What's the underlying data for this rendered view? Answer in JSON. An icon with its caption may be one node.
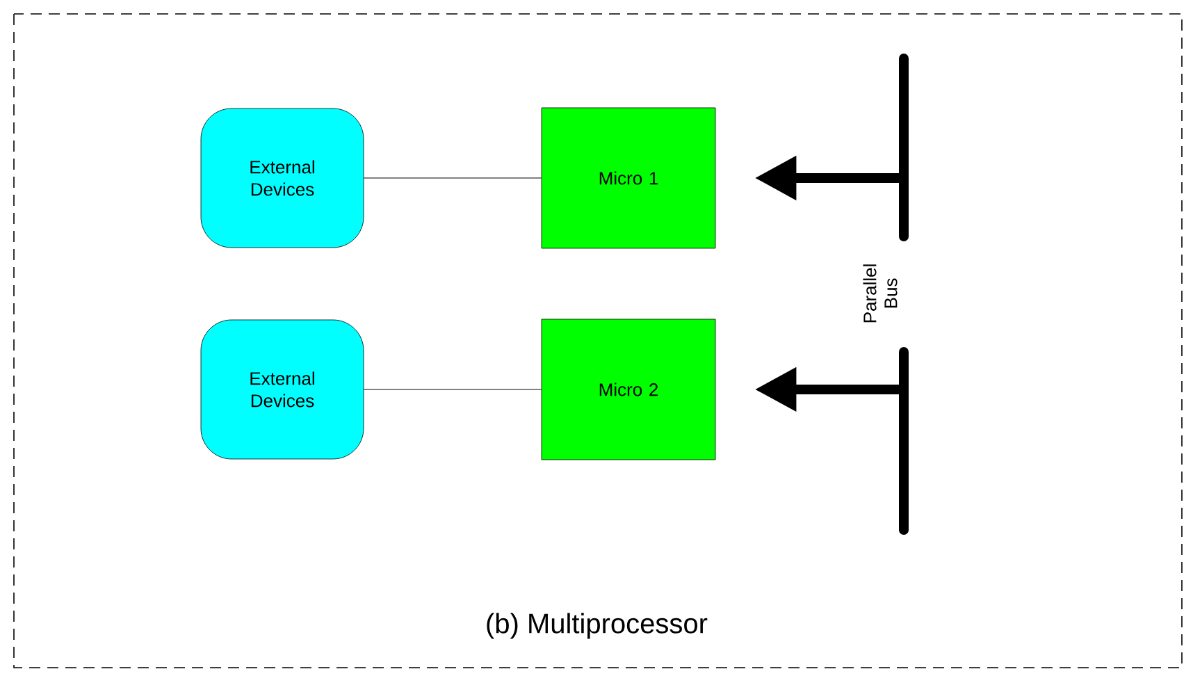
{
  "diagram": {
    "nodes": [
      {
        "text": [
          "External Devices"
        ]
      },
      {
        "text": [
          "Micro 1"
        ]
      },
      {
        "text": [
          "External Devices"
        ]
      },
      {
        "text": [
          "Micro 2"
        ]
      },
      {
        "text": [
          "Parallel Bus"
        ]
      }
    ],
    "edges": [
      {
        "from": 0,
        "to": 1,
        "arrow": "none"
      },
      {
        "from": 2,
        "to": 3,
        "arrow": "none"
      },
      {
        "from": 4,
        "to": 1,
        "arrow": "to",
        "style": "thick"
      },
      {
        "from": 4,
        "to": 3,
        "arrow": "to",
        "style": "thick"
      }
    ],
    "labels": [
      "(b) Multiprocessor"
    ]
  }
}
